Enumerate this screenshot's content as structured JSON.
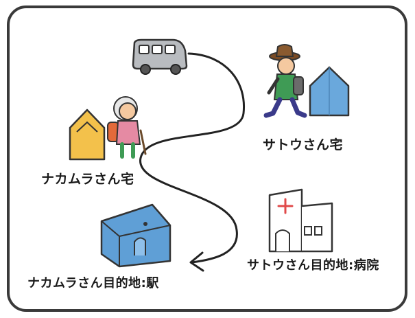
{
  "labels": {
    "sato_home": "サトウさん宅",
    "nakamura_home": "ナカムラさん宅",
    "sato_destination": "サトウさん目的地:病院",
    "nakamura_destination": "ナカムラさん目的地:駅"
  },
  "icons": {
    "vehicle": "van-icon",
    "sato_person": "walking-man-icon",
    "nakamura_person": "elderly-woman-icon",
    "sato_house": "blue-house-icon",
    "nakamura_house": "orange-house-icon",
    "hospital": "hospital-icon",
    "station": "station-building-icon",
    "route_end": "arrowhead-icon"
  },
  "colors": {
    "frame": "#3a3a3a",
    "route": "#222222",
    "blue_house": "#6aa8dc",
    "orange_house": "#f3c14b",
    "station_blue": "#5f9fd6",
    "van": "#b9bcc0",
    "hospital_cross": "#e04a4a"
  }
}
